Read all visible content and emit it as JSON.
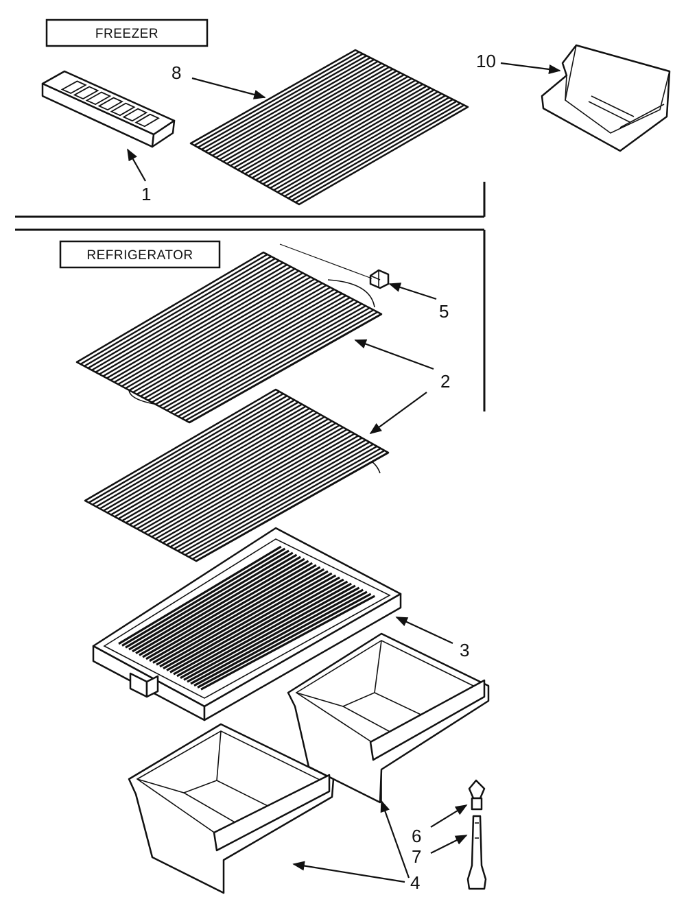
{
  "sections": {
    "freezer": "FREEZER",
    "refrigerator": "REFRIGERATOR"
  },
  "callouts": {
    "c1": "1",
    "c8": "8",
    "c10": "10",
    "c5": "5",
    "c2": "2",
    "c3": "3",
    "c6": "6",
    "c7": "7",
    "c4": "4"
  },
  "colors": {
    "ink": "#111111",
    "paper": "#ffffff"
  },
  "parts": [
    {
      "ref": "1",
      "icon": "ice-tray-icon"
    },
    {
      "ref": "8",
      "icon": "wire-shelf-icon"
    },
    {
      "ref": "10",
      "icon": "ice-bin-icon"
    },
    {
      "ref": "5",
      "icon": "shelf-clip-icon"
    },
    {
      "ref": "2",
      "icon": "wire-shelf-icon"
    },
    {
      "ref": "3",
      "icon": "crisper-cover-icon"
    },
    {
      "ref": "4",
      "icon": "crisper-drawer-icon"
    },
    {
      "ref": "6",
      "icon": "leveler-cap-icon"
    },
    {
      "ref": "7",
      "icon": "leveler-leg-icon"
    }
  ]
}
